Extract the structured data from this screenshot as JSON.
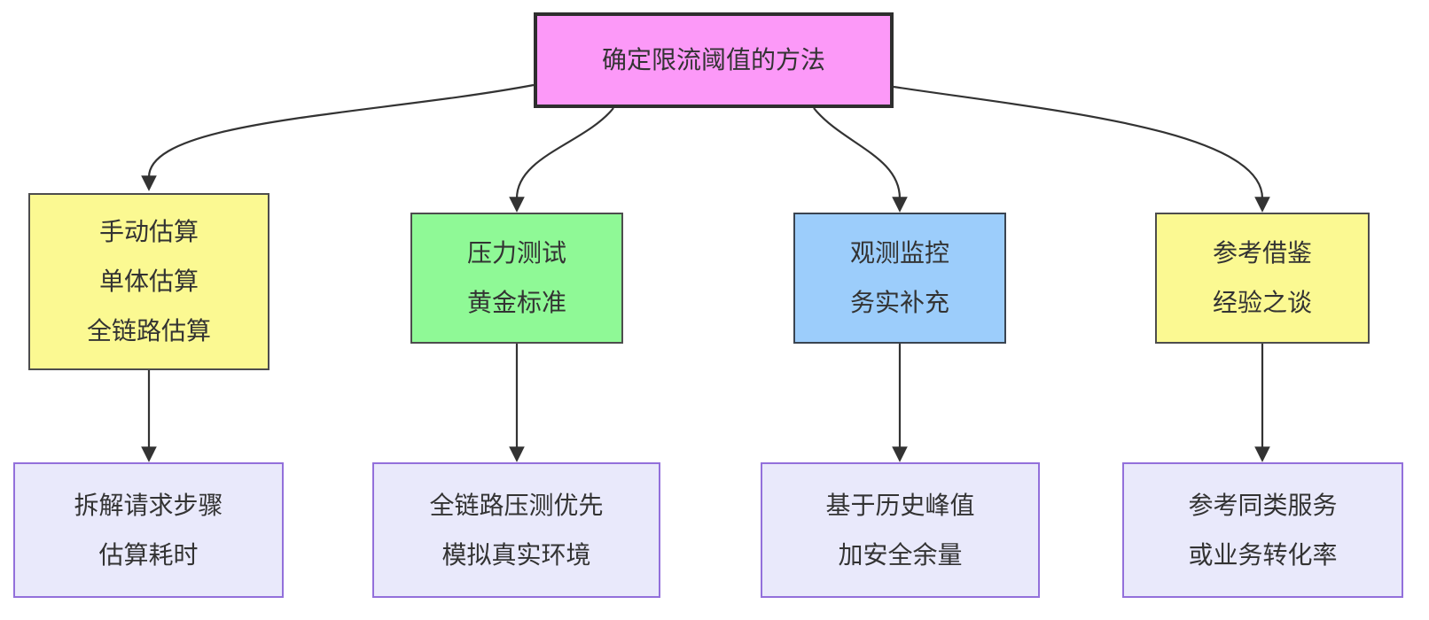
{
  "diagram": {
    "title_node": {
      "id": "root",
      "lines": [
        "确定限流阈值的方法"
      ],
      "fill": "#fc99f8",
      "border": "#2e2e2e"
    },
    "branches": [
      {
        "id": "manual",
        "lines": [
          "手动估算",
          "单体估算",
          "全链路估算"
        ],
        "fill": "#fbf992",
        "border": "#4d4d4d"
      },
      {
        "id": "stress",
        "lines": [
          "压力测试",
          "黄金标准"
        ],
        "fill": "#8ff996",
        "border": "#4d4d4d"
      },
      {
        "id": "monitor",
        "lines": [
          "观测监控",
          "务实补充"
        ],
        "fill": "#9ccdfb",
        "border": "#3a4450"
      },
      {
        "id": "reference",
        "lines": [
          "参考借鉴",
          "经验之谈"
        ],
        "fill": "#fbf992",
        "border": "#4d4d4d"
      }
    ],
    "details": [
      {
        "id": "manual-detail",
        "lines": [
          "拆解请求步骤",
          "估算耗时"
        ],
        "fill": "#e9e9fb",
        "border": "#9370db"
      },
      {
        "id": "stress-detail",
        "lines": [
          "全链路压测优先",
          "模拟真实环境"
        ],
        "fill": "#e9e9fb",
        "border": "#9370db"
      },
      {
        "id": "monitor-detail",
        "lines": [
          "基于历史峰值",
          "加安全余量"
        ],
        "fill": "#e9e9fb",
        "border": "#9370db"
      },
      {
        "id": "reference-detail",
        "lines": [
          "参考同类服务",
          "或业务转化率"
        ],
        "fill": "#e9e9fb",
        "border": "#9370db"
      }
    ],
    "edges": [
      {
        "from": "root",
        "to": "manual"
      },
      {
        "from": "root",
        "to": "stress"
      },
      {
        "from": "root",
        "to": "monitor"
      },
      {
        "from": "root",
        "to": "reference"
      },
      {
        "from": "manual",
        "to": "manual-detail"
      },
      {
        "from": "stress",
        "to": "stress-detail"
      },
      {
        "from": "monitor",
        "to": "monitor-detail"
      },
      {
        "from": "reference",
        "to": "reference-detail"
      }
    ],
    "colors": {
      "edge_stroke": "#333333",
      "text": "#333333",
      "background": "#ffffff"
    }
  }
}
